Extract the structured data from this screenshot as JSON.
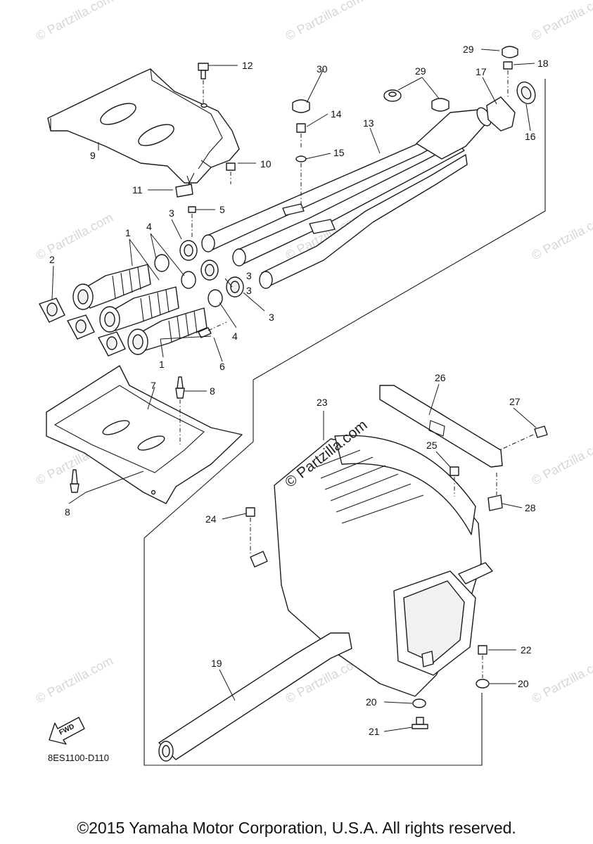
{
  "watermark": "© Partzilla.com",
  "watermark_center": "© Partzilla.com",
  "diagram_code": "8ES1100-D110",
  "fwd_label": "FWD",
  "copyright": "©2015 Yamaha Motor Corporation, U.S.A. All rights reserved.",
  "callouts": {
    "c1": "1",
    "c2": "2",
    "c3": "3",
    "c4": "4",
    "c5": "5",
    "c6": "6",
    "c7": "7",
    "c8": "8",
    "c9": "9",
    "c10": "10",
    "c11": "11",
    "c12": "12",
    "c13": "13",
    "c14": "14",
    "c15": "15",
    "c16": "16",
    "c17": "17",
    "c18": "18",
    "c19": "19",
    "c20": "20",
    "c21": "21",
    "c22": "22",
    "c23": "23",
    "c24": "24",
    "c25": "25",
    "c26": "26",
    "c27": "27",
    "c28": "28",
    "c29": "29",
    "c30": "30"
  }
}
